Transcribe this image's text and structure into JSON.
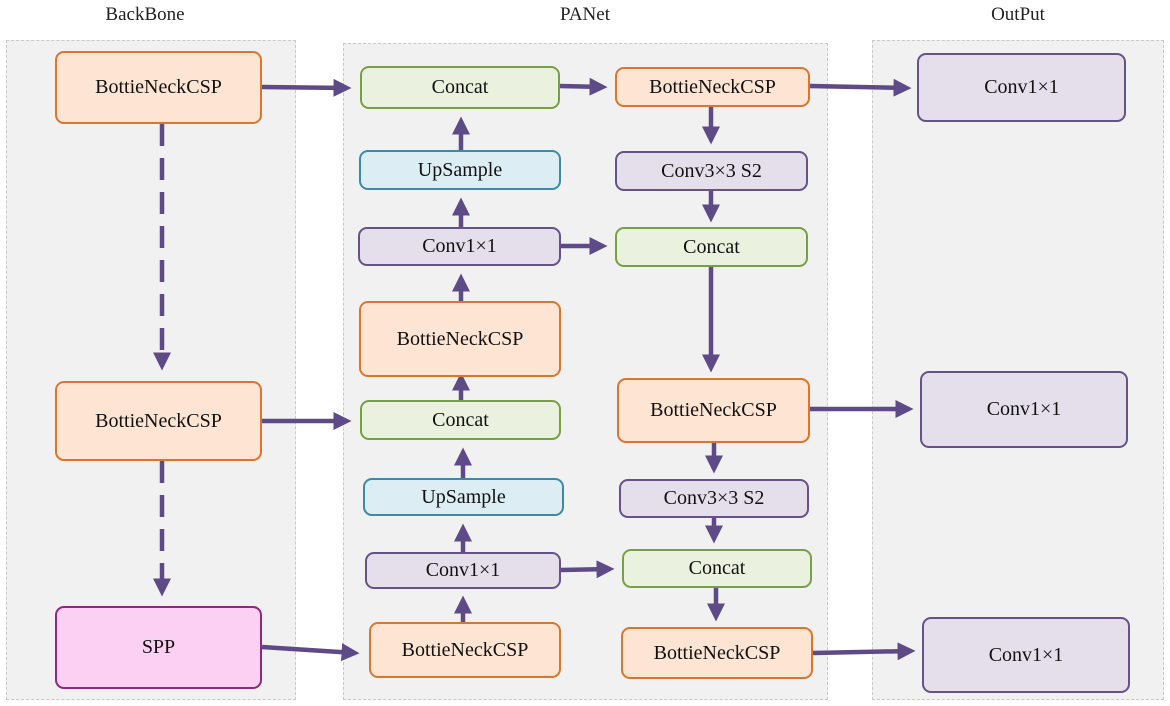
{
  "sections": {
    "backbone": "BackBone",
    "panet": "PANet",
    "output": "OutPut"
  },
  "nodes": {
    "bb_csp1": "BottieNeckCSP",
    "bb_csp2": "BottieNeckCSP",
    "bb_spp": "SPP",
    "pn_concat_top": "Concat",
    "pn_upsample_top": "UpSample",
    "pn_conv_top": "Conv1×1",
    "pn_csp_mid": "BottieNeckCSP",
    "pn_concat_mid": "Concat",
    "pn_upsample_bot": "UpSample",
    "pn_conv_bot": "Conv1×1",
    "pn_csp_bot": "BottieNeckCSP",
    "pn_csp_r1": "BottieNeckCSP",
    "pn_conv3_r1": "Conv3×3 S2",
    "pn_concat_r1": "Concat",
    "pn_csp_r2": "BottieNeckCSP",
    "pn_conv3_r2": "Conv3×3 S2",
    "pn_concat_r2": "Concat",
    "pn_csp_r3": "BottieNeckCSP",
    "out_conv1": "Conv1×1",
    "out_conv2": "Conv1×1",
    "out_conv3": "Conv1×1"
  },
  "colors": {
    "arrow": "#5e4a86",
    "bottleneck": "#fde4d3",
    "concat": "#ebf1df",
    "conv": "#e5dfec",
    "upsample": "#dcedf3",
    "spp": "#fbd0f3"
  }
}
